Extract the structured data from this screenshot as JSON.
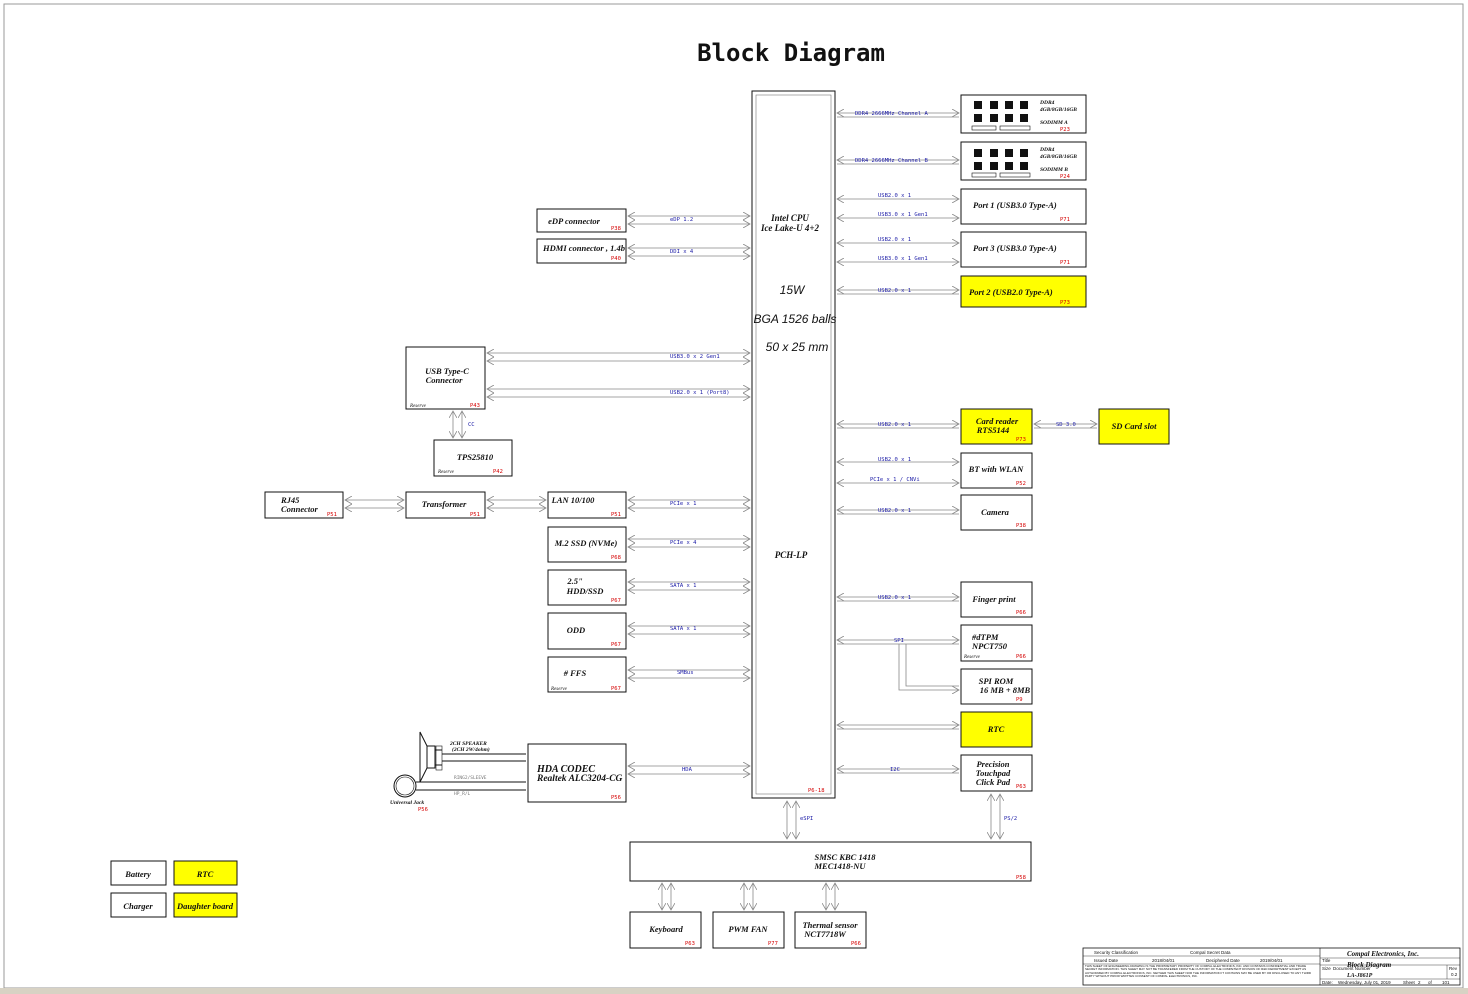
{
  "title": "Block Diagram",
  "cpu": {
    "line1": "Intel  CPU",
    "line2": "Ice Lake-U 4+2",
    "power": "15W",
    "package": "BGA 1526 balls",
    "size": "50 x 25 mm",
    "pch": "PCH-LP",
    "page": "P6-18"
  },
  "left_blocks": {
    "edp": {
      "label": "eDP connector",
      "page": "P38",
      "bus": "eDP 1.2"
    },
    "hdmi": {
      "label": "HDMI connector , 1.4b",
      "page": "P40",
      "bus": "DDI x 4"
    },
    "usbc": {
      "line1": "USB Type-C",
      "line2": "Connector",
      "reserve": "Reserve",
      "page": "P43",
      "bus1": "USB3.0 x 2 Gen1",
      "bus2": "USB2.0 x 1 (Port8)",
      "cc": "CC"
    },
    "tps": {
      "label": "TPS25810",
      "reserve": "Reserve",
      "page": "P42"
    },
    "rj45": {
      "line1": "RJ45",
      "line2": "Connector",
      "page": "P51"
    },
    "transformer": {
      "label": "Transformer",
      "page": "P51"
    },
    "lan": {
      "label": "LAN 10/100",
      "page": "P51",
      "bus": "PCIe x 1"
    },
    "m2": {
      "label": "M.2 SSD (NVMe)",
      "page": "P68",
      "bus": "PCIe x 4"
    },
    "hdd": {
      "line1": "2.5\"",
      "line2": "HDD/SSD",
      "page": "P67",
      "bus": "SATA x 1"
    },
    "odd": {
      "label": "ODD",
      "page": "P67",
      "bus": "SATA x 1"
    },
    "ffs": {
      "label": "# FFS",
      "reserve": "Reserve",
      "page": "P67",
      "bus": "SMBus"
    },
    "codec": {
      "line1": "HDA CODEC",
      "line2": "Realtek ALC3204-CG",
      "page": "P56",
      "bus": "HDA"
    },
    "speaker": {
      "line1": "2CH SPEAKER",
      "line2": "(2CH 2W/4ohm)"
    },
    "jack": {
      "label": "Universal Jack",
      "page": "P56",
      "sig1": "RING2/SLEEVE",
      "sig2": "HP_R/L"
    }
  },
  "right_blocks": {
    "dimm_a": {
      "t1": "DDR4",
      "t2": "4GB/8GB/16GB",
      "t3": "SODIMM A",
      "page": "P23",
      "bus": "DDR4 2666MHz Channel A"
    },
    "dimm_b": {
      "t1": "DDR4",
      "t2": "4GB/8GB/16GB",
      "t3": "SODIMM B",
      "page": "P24",
      "bus": "DDR4 2666MHz Channel B"
    },
    "port1": {
      "label": "Port 1 (USB3.0 Type-A)",
      "page": "P71",
      "bus1": "USB2.0 x 1",
      "bus2": "USB3.0 x 1 Gen1"
    },
    "port3": {
      "label": "Port 3 (USB3.0 Type-A)",
      "page": "P71",
      "bus1": "USB2.0 x 1",
      "bus2": "USB3.0 x 1 Gen1"
    },
    "port2": {
      "label": "Port 2 (USB2.0 Type-A)",
      "page": "P73",
      "bus": "USB2.0 x 1"
    },
    "cardreader": {
      "line1": "Card reader",
      "line2": "RTS5144",
      "page": "P73",
      "bus": "USB2.0 x 1"
    },
    "sdcard": {
      "label": "SD Card slot",
      "bus": "SD 3.0"
    },
    "bt": {
      "label": "BT with WLAN",
      "page": "P52",
      "bus1": "USB2.0 x 1",
      "bus2": "PCIe x 1 / CNVi"
    },
    "camera": {
      "label": "Camera",
      "page": "P38",
      "bus": "USB2.0 x 1"
    },
    "finger": {
      "label": "Finger print",
      "page": "P66",
      "bus": "USB2.0 x 1"
    },
    "dtpm": {
      "line1": "#dTPM",
      "line2": "NPCT750",
      "reserve": "Reserve",
      "page": "P66",
      "bus": "SPI"
    },
    "spirom": {
      "line1": "SPI ROM",
      "line2": "16 MB + 8MB",
      "page": "P9"
    },
    "rtc": {
      "label": "RTC"
    },
    "touchpad": {
      "line1": "Precision",
      "line2": "Touchpad",
      "line3": "Click Pad",
      "page": "P63",
      "bus": "I2C"
    }
  },
  "bottom": {
    "espi": "eSPI",
    "ps2": "PS/2",
    "kbc": {
      "line1": "SMSC KBC 1418",
      "line2": "MEC1418-NU",
      "page": "P58"
    },
    "keyboard": {
      "label": "Keyboard",
      "page": "P63"
    },
    "fan": {
      "label": "PWM FAN",
      "page": "P77"
    },
    "thermal": {
      "line1": "Thermal sensor",
      "line2": "NCT7718W",
      "page": "P66"
    }
  },
  "legend": {
    "battery": "Battery",
    "rtc": "RTC",
    "charger": "Charger",
    "daughter": "Daughter board"
  },
  "title_block": {
    "security": "Security Classification",
    "secret": "Compal Secret Data",
    "issued": "Issued Date",
    "issued_date": "2018/04/01",
    "deciphered": "Deciphered Date",
    "deciphered_date": "2019/04/01",
    "company": "Compal Electronics, Inc.",
    "title_lbl": "Title",
    "sheet_title": "Block Diagram",
    "size_lbl": "Size",
    "doc_lbl": "Document Number",
    "doc": "LA-J861P",
    "rev_lbl": "Rev",
    "rev": "0.2",
    "date_lbl": "Date:",
    "date": "Wednesday, July 01, 2019",
    "sheet_lbl": "Sheet",
    "sheet": "2",
    "of_lbl": "of",
    "of": "101",
    "notice": "THIS SHEET OF ENGINEERING DRAWING IS THE PROPRIETARY PROPERTY OF COMPAL ELECTRONICS, INC. AND CONTAINS CONFIDENTIAL AND TRADE SECRET INFORMATION. THIS SHEET MAY NOT BE TRANSFERED FROM THE CUSTODY OF THE COMPETENT DIVISION OF R&D DEPARTMENT EXCEPT AS AUTHORIZED BY COMPAL ELECTRONICS, INC. NEITHER THIS SHEET NOR THE INFORMATION IT CONTAINS MAY BE USED BY OR DISCLOSED TO ANY THIRD PARTY WITHOUT PRIOR WRITTEN CONSENT OF COMPAL ELECTRONICS, INC."
  },
  "colors": {
    "highlight": "#ffff00",
    "bus_text": "#1a1aa6",
    "page_ref": "#d40000"
  }
}
